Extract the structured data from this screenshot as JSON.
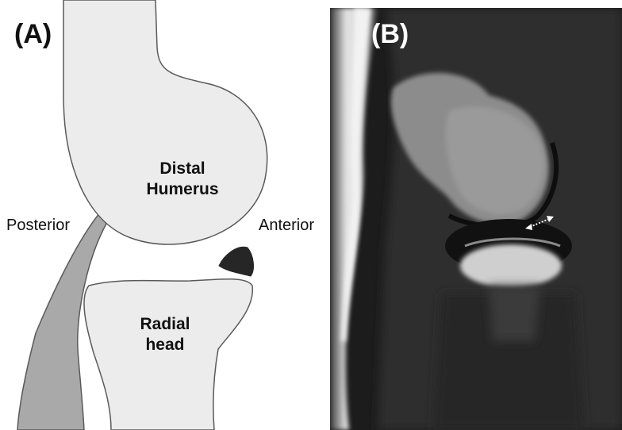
{
  "panel_a": {
    "label": "(A)",
    "humerus_label_line1": "Distal",
    "humerus_label_line2": "Humerus",
    "radial_label_line1": "Radial",
    "radial_label_line2": "head",
    "posterior_label": "Posterior",
    "anterior_label": "Anterior"
  },
  "panel_b": {
    "label": "(B)"
  },
  "colors": {
    "bone_fill": "#ececec",
    "outline": "#5a5a5a",
    "ligament": "#a9a9a9",
    "fat_pad": "#262626",
    "mri_background": "#1c1c1c"
  }
}
